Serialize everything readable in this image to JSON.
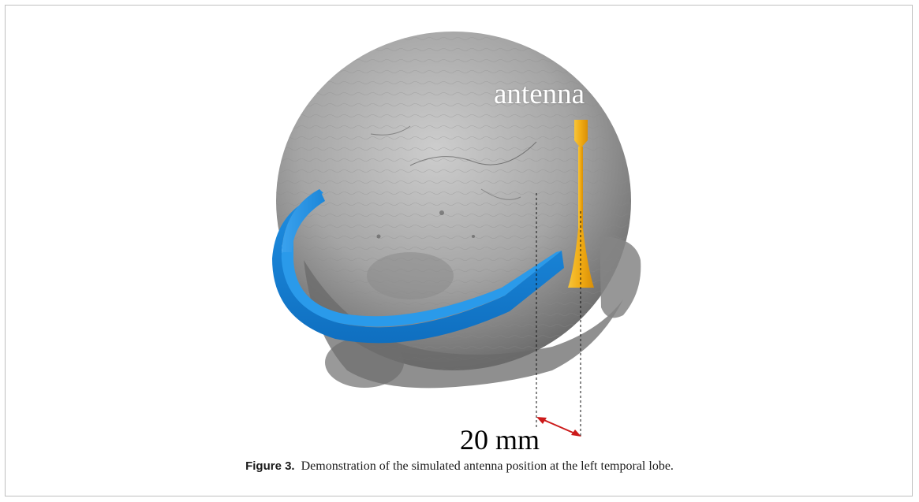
{
  "figure": {
    "antenna_label": "antenna",
    "distance_label": "20 mm",
    "caption_number": "Figure 3.",
    "caption_text": "Demonstration of the simulated antenna position at the left temporal lobe."
  },
  "colors": {
    "head": "#9a9a9a",
    "band": "#1e8fe0",
    "antenna": "#f2b01e",
    "arrow": "#cc1a1a"
  },
  "icons": {
    "head": "head-volume-render",
    "band": "blue-headband",
    "antenna": "antenna-element"
  }
}
